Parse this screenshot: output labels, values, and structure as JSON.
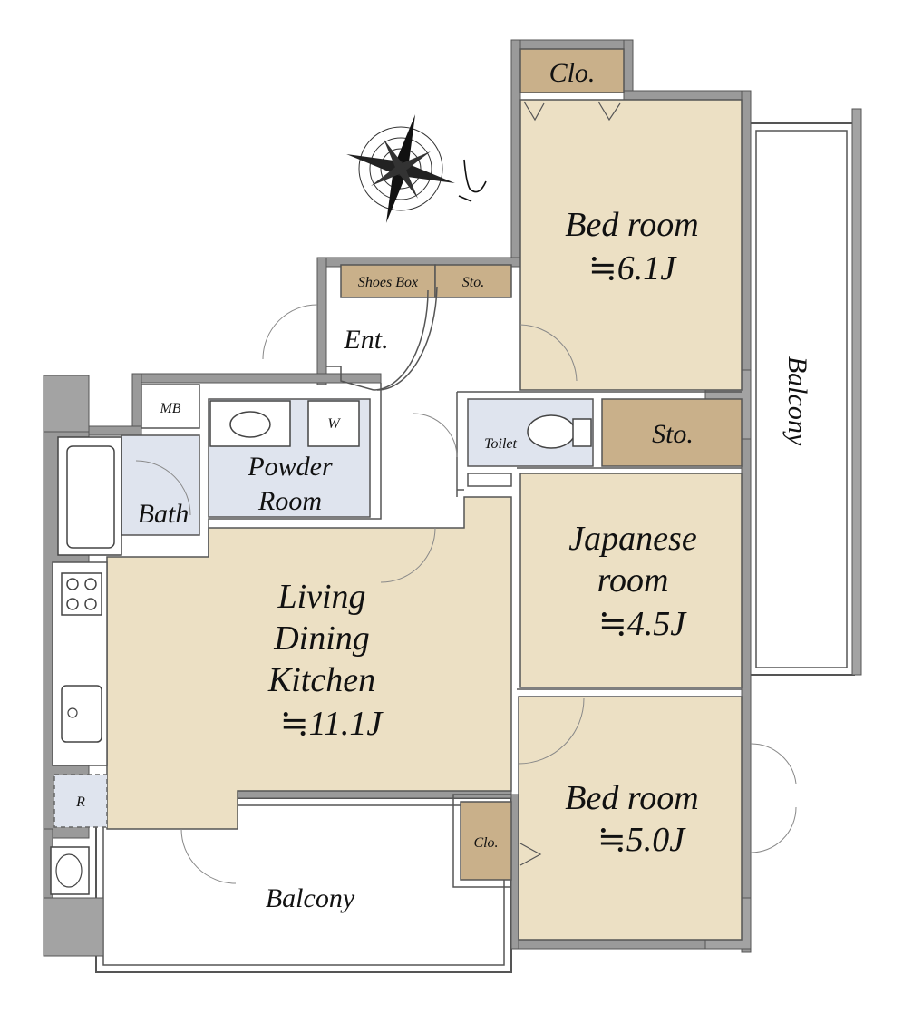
{
  "colors": {
    "wall": "#9a9a9a",
    "pillar": "#a3a3a3",
    "room_beige": "#ece0c4",
    "storage_brown": "#c9b08a",
    "wet_blue": "#dfe4ee",
    "outline": "#555555"
  },
  "rooms": {
    "bedroom_top": {
      "name": "Bed room",
      "size": "≒6.1J"
    },
    "japanese": {
      "line1": "Japanese",
      "line2": "room",
      "size": "≒4.5J"
    },
    "bedroom_bottom": {
      "name": "Bed room",
      "size": "≒5.0J"
    },
    "ldk": {
      "line1": "Living",
      "line2": "Dining",
      "line3": "Kitchen",
      "size": "≒11.1J"
    },
    "powder": {
      "line1": "Powder",
      "line2": "Room"
    },
    "bath": "Bath",
    "toilet": "Toilet",
    "entrance": "Ent.",
    "mb": "MB",
    "washer": "W",
    "fridge": "R"
  },
  "storage": {
    "clo_top": "Clo.",
    "clo_bottom": "Clo.",
    "sto_entry": "Sto.",
    "sto_side": "Sto.",
    "shoes_box": "Shoes Box"
  },
  "balconies": {
    "right": "Balcony",
    "bottom": "Balcony"
  },
  "icons": [
    "compass-rose-icon",
    "north-arrow-icon"
  ]
}
